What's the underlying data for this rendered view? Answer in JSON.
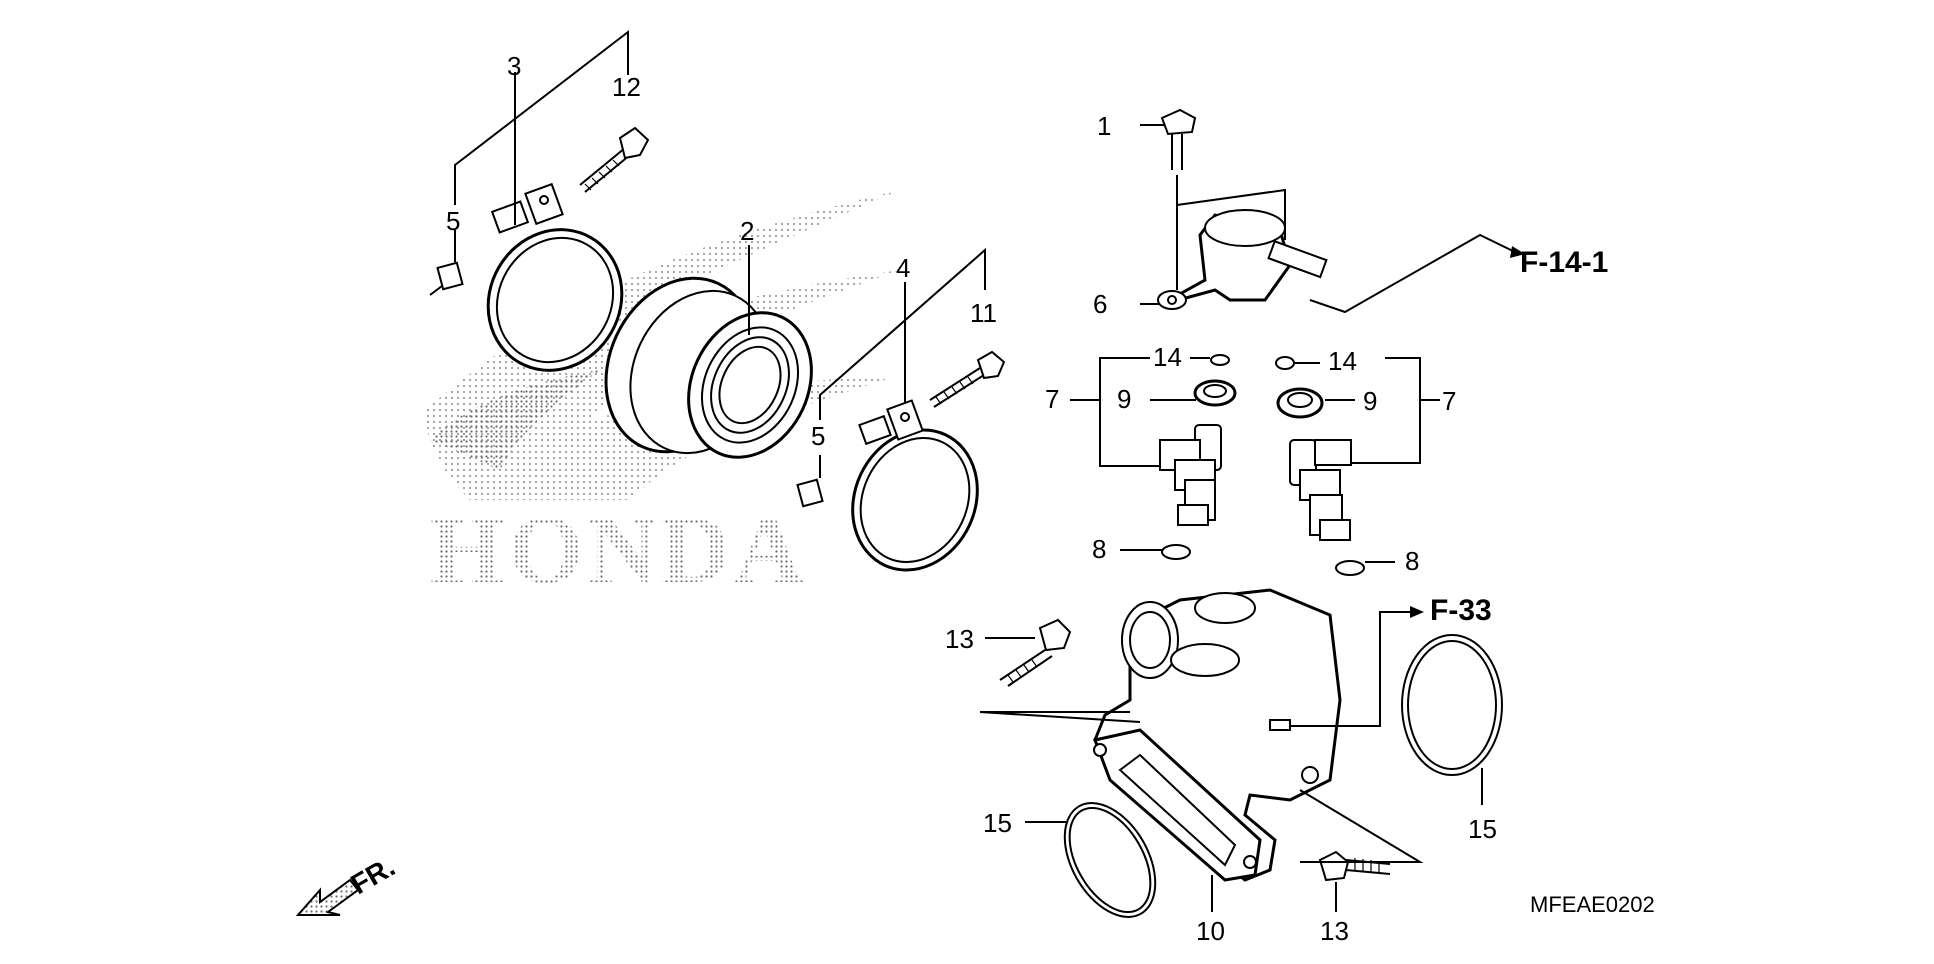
{
  "diagram": {
    "watermark": "HONDA",
    "drawing_code": "MFEAE0202",
    "front_indicator": "FR.",
    "refs": {
      "f14_1": "F-14-1",
      "f33": "F-33"
    },
    "callouts": {
      "c1": "1",
      "c2": "2",
      "c3": "3",
      "c4": "4",
      "c5a": "5",
      "c5b": "5",
      "c6": "6",
      "c7a": "7",
      "c7b": "7",
      "c8a": "8",
      "c8b": "8",
      "c9a": "9",
      "c9b": "9",
      "c10": "10",
      "c11": "11",
      "c12": "12",
      "c13a": "13",
      "c13b": "13",
      "c14a": "14",
      "c14b": "14",
      "c15a": "15",
      "c15b": "15"
    }
  }
}
